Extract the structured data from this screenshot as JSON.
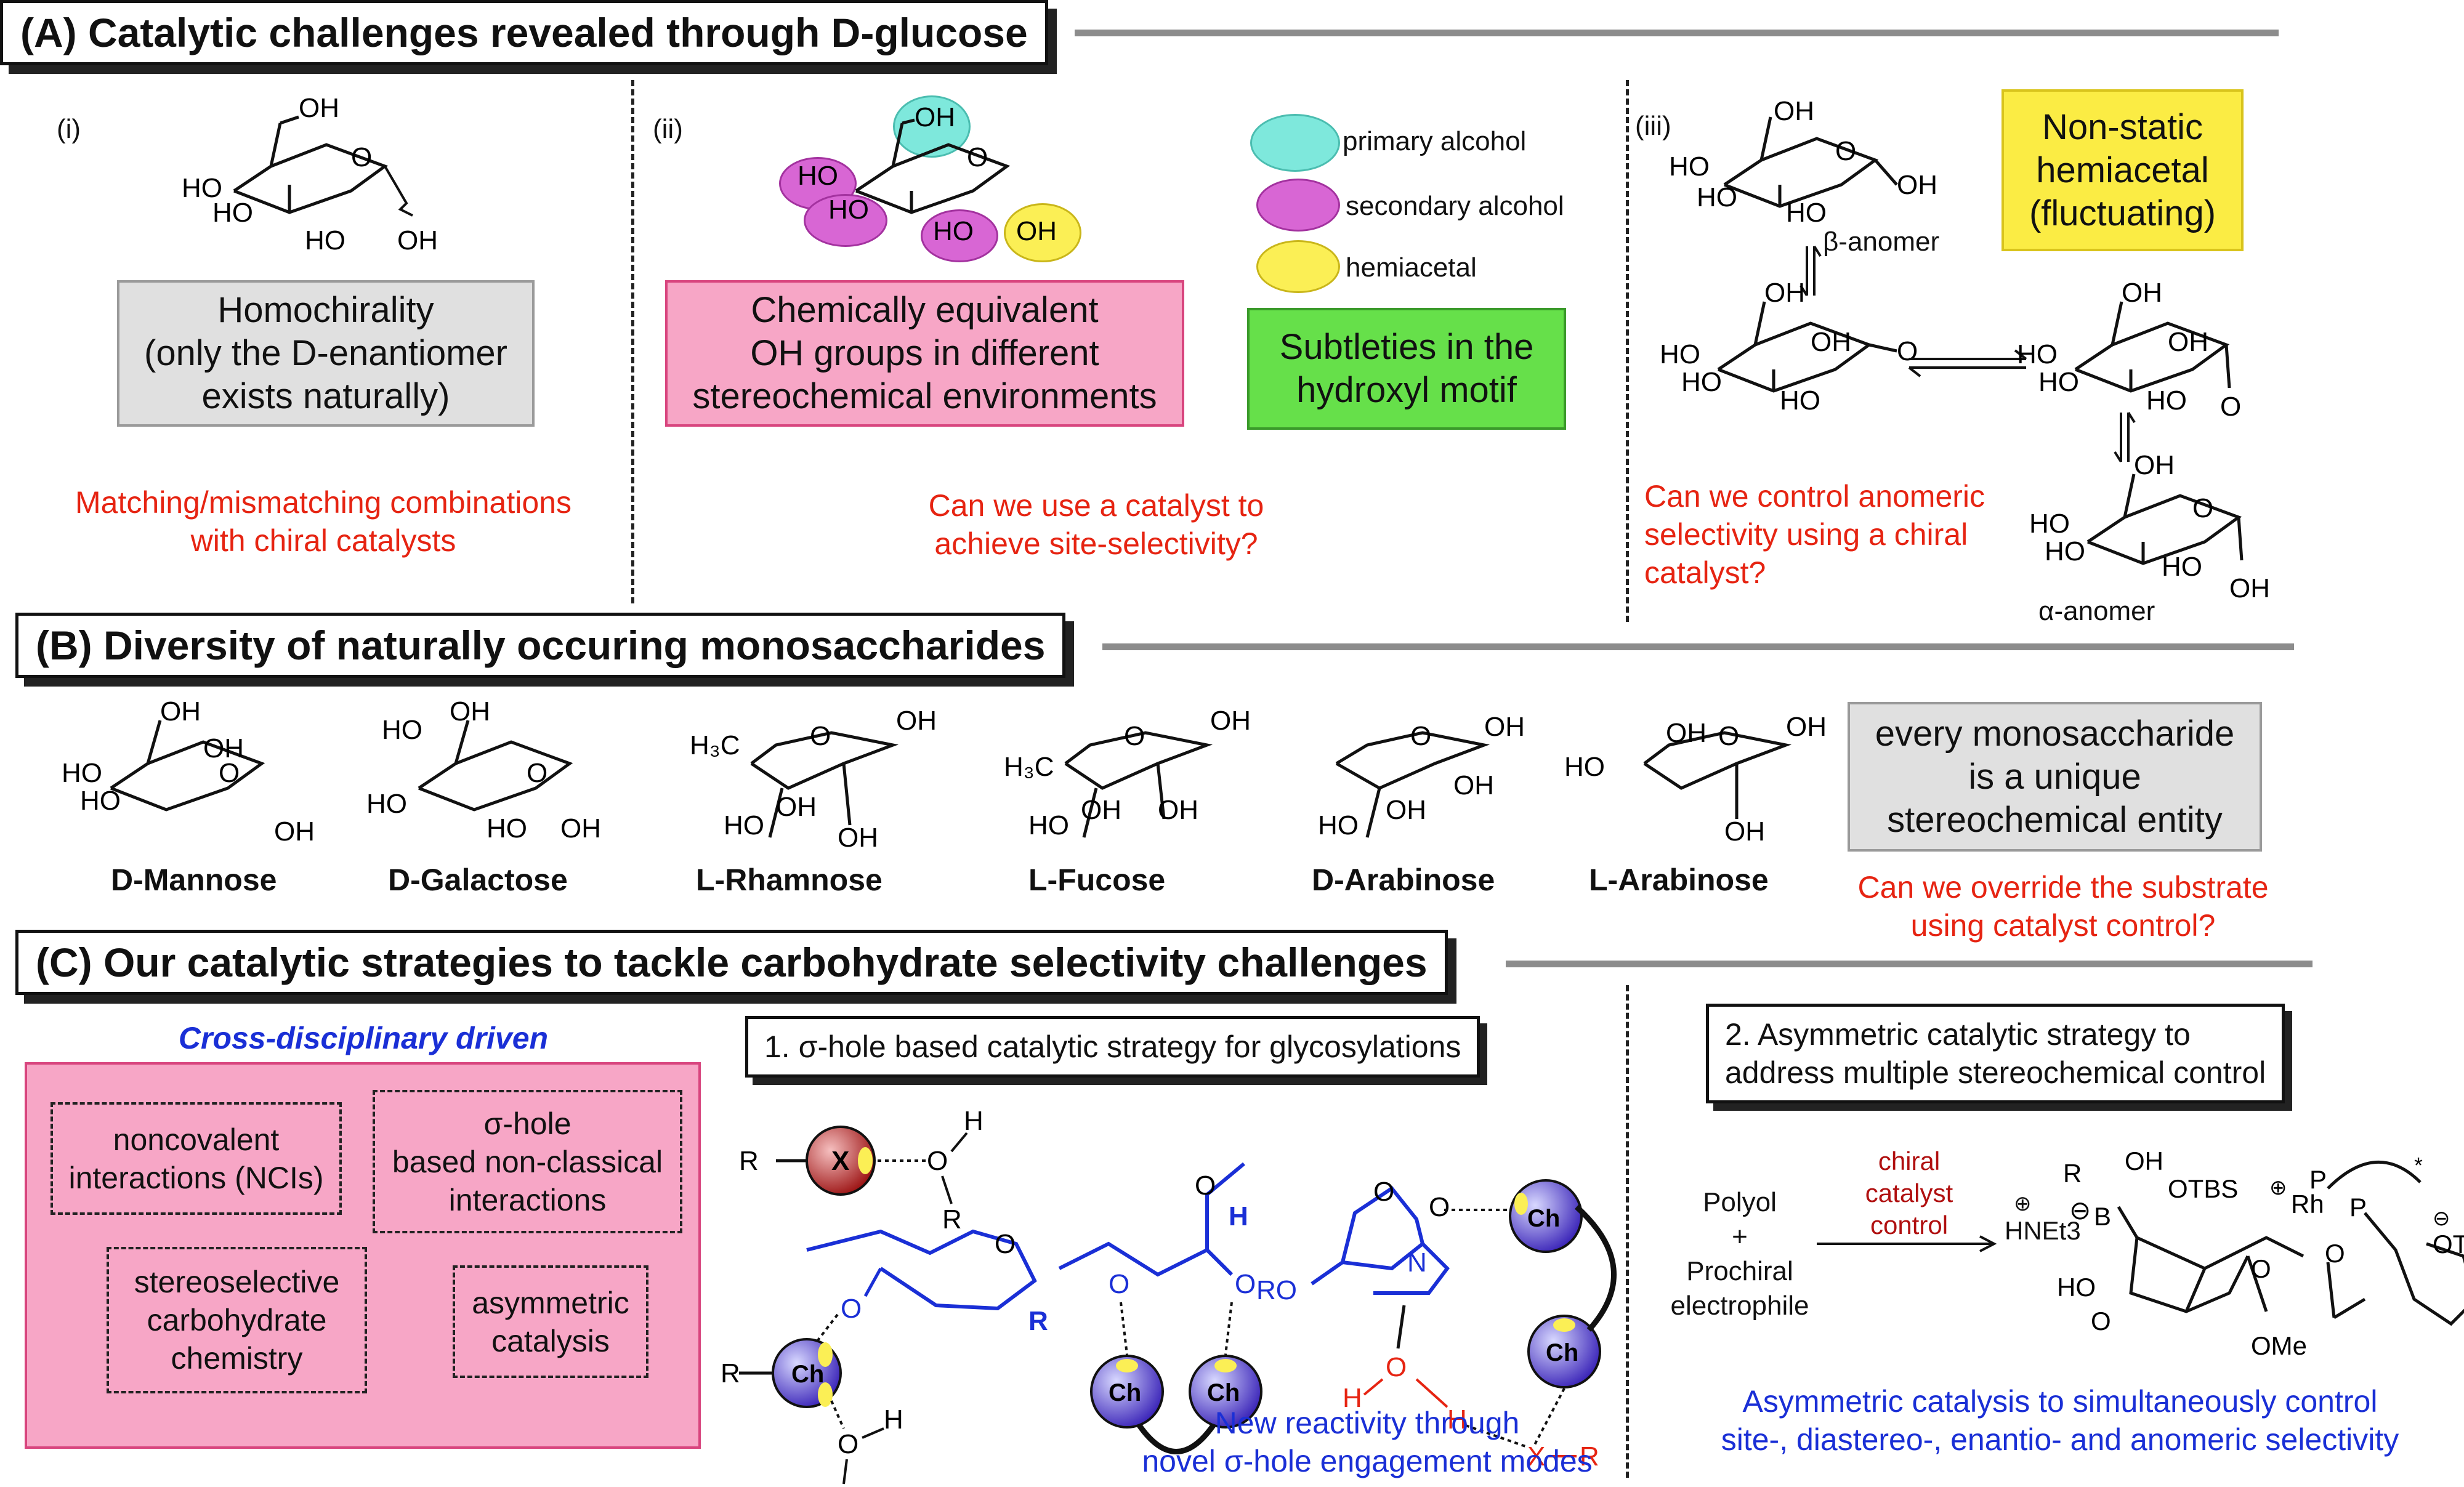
{
  "sectionA": {
    "title": "(A) Catalytic challenges revealed through D-glucose",
    "panel_i": {
      "label": "(i)",
      "box": "Homochirality\n(only the D-enantiomer\nexists naturally)",
      "note": "Matching/mismatching combinations\nwith chiral catalysts"
    },
    "panel_ii": {
      "label": "(ii)",
      "box": "Chemically equivalent\nOH groups in different\nstereochemical environments",
      "green_box": "Subtleties in the\nhydroxyl motif",
      "note": "Can we use a catalyst to\nachieve site-selectivity?",
      "legend": [
        {
          "label": "primary alcohol",
          "color": "#7ee8dc"
        },
        {
          "label": "secondary alcohol",
          "color": "#d866d4"
        },
        {
          "label": "hemiacetal",
          "color": "#fbef55"
        }
      ]
    },
    "panel_iii": {
      "label": "(iii)",
      "yellow_box": "Non-static\nhemiacetal\n(fluctuating)",
      "beta_label": "β-anomer",
      "alpha_label": "α-anomer",
      "note": "Can we control anomeric\nselectivity using a chiral\ncatalyst?"
    }
  },
  "sectionB": {
    "title": "(B) Diversity of naturally occuring monosaccharides",
    "sugars": [
      "D-Mannose",
      "D-Galactose",
      "L-Rhamnose",
      "L-Fucose",
      "D-Arabinose",
      "L-Arabinose"
    ],
    "box": "every monosaccharide\nis a unique\nstereochemical entity",
    "note": "Can we override the substrate\nusing catalyst control?"
  },
  "sectionC": {
    "title": "(C) Our catalytic strategies to tackle carbohydrate selectivity challenges",
    "cross_title": "Cross-disciplinary driven",
    "cross_items": [
      "noncovalent\ninteractions (NCIs)",
      "σ-hole\nbased non-classical\ninteractions",
      "stereoselective\ncarbohydrate\nchemistry",
      "asymmetric\ncatalysis"
    ],
    "strategy1": "1. σ-hole based catalytic strategy for glycosylations",
    "strategy1_note": "New reactivity through\nnovel σ-hole engagement modes",
    "strategy2": "2. Asymmetric catalytic strategy to\naddress multiple stereochemical control",
    "reactants": "Polyol\n+\nProchiral\nelectrophile",
    "arrow_label": "chiral\ncatalyst\ncontrol",
    "product_label": "HNEt3",
    "strategy2_note": "Asymmetric catalysis to simultaneously control\nsite-, diastereo-, enantio- and anomeric selectivity",
    "atom_labels": {
      "ch": "Ch",
      "x": "X",
      "r": "R",
      "h": "H",
      "o": "O",
      "n": "N",
      "ro": "RO",
      "otbs": "OTBS",
      "otf": "OTf",
      "ome": "OMe",
      "rh": "Rh",
      "p": "P",
      "b": "B",
      "oh": "OH",
      "ho": "HO"
    }
  }
}
